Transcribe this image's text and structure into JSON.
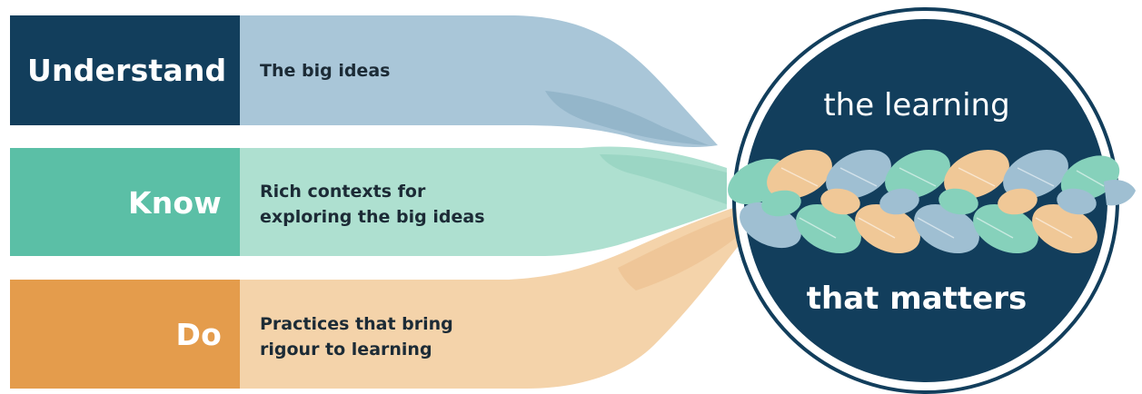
{
  "rows": [
    {
      "label": "Understand",
      "description_lines": [
        "The big ideas"
      ]
    },
    {
      "label": "Know",
      "description_lines": [
        "Rich contexts for",
        "exploring the big ideas"
      ]
    },
    {
      "label": "Do",
      "description_lines": [
        "Practices that bring",
        "rigour to learning"
      ]
    }
  ],
  "circle": {
    "top_text": "the learning",
    "bottom_text": "that matters"
  },
  "colors": {
    "understand_dark": "#123e5c",
    "understand_light": "#a9c6d8",
    "know_dark": "#5bbfa6",
    "know_light": "#aee0d0",
    "do_dark": "#e49c4c",
    "do_light": "#f4d3aa",
    "circle_fill": "#123e5c",
    "braid_blue": "#9fbfd2",
    "braid_teal": "#86d1bb",
    "braid_orange": "#f0c897"
  }
}
